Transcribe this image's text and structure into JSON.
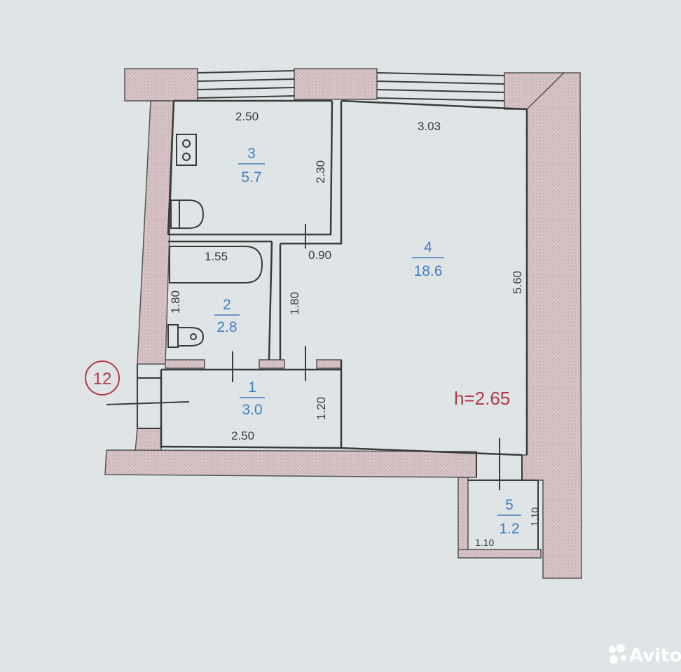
{
  "colors": {
    "paper": "#dfe4e6",
    "wall": "#d8c4c6",
    "line": "#3a3a3a",
    "room_label": "#3f7fc2",
    "red_label": "#b03a44"
  },
  "marker": {
    "number": "12"
  },
  "ceiling_height": "h=2.65",
  "rooms": [
    {
      "number": "1",
      "area": "3.0"
    },
    {
      "number": "2",
      "area": "2.8"
    },
    {
      "number": "3",
      "area": "5.7"
    },
    {
      "number": "4",
      "area": "18.6"
    },
    {
      "number": "5",
      "area": "1.2"
    }
  ],
  "dimensions": {
    "room3_width": "2.50",
    "room3_depth": "2.30",
    "room4_width": "3.03",
    "room4_depth": "5.60",
    "bath_length": "1.55",
    "room2_height": "1.80",
    "corridor_width": "1.80",
    "doorway_width": "0.90",
    "room1_depth": "1.20",
    "room1_width": "2.50",
    "balcony_width": "1.10",
    "balcony_depth": "1.10"
  },
  "watermark": {
    "text": "Avito",
    "icon": "avito-dots-icon"
  }
}
